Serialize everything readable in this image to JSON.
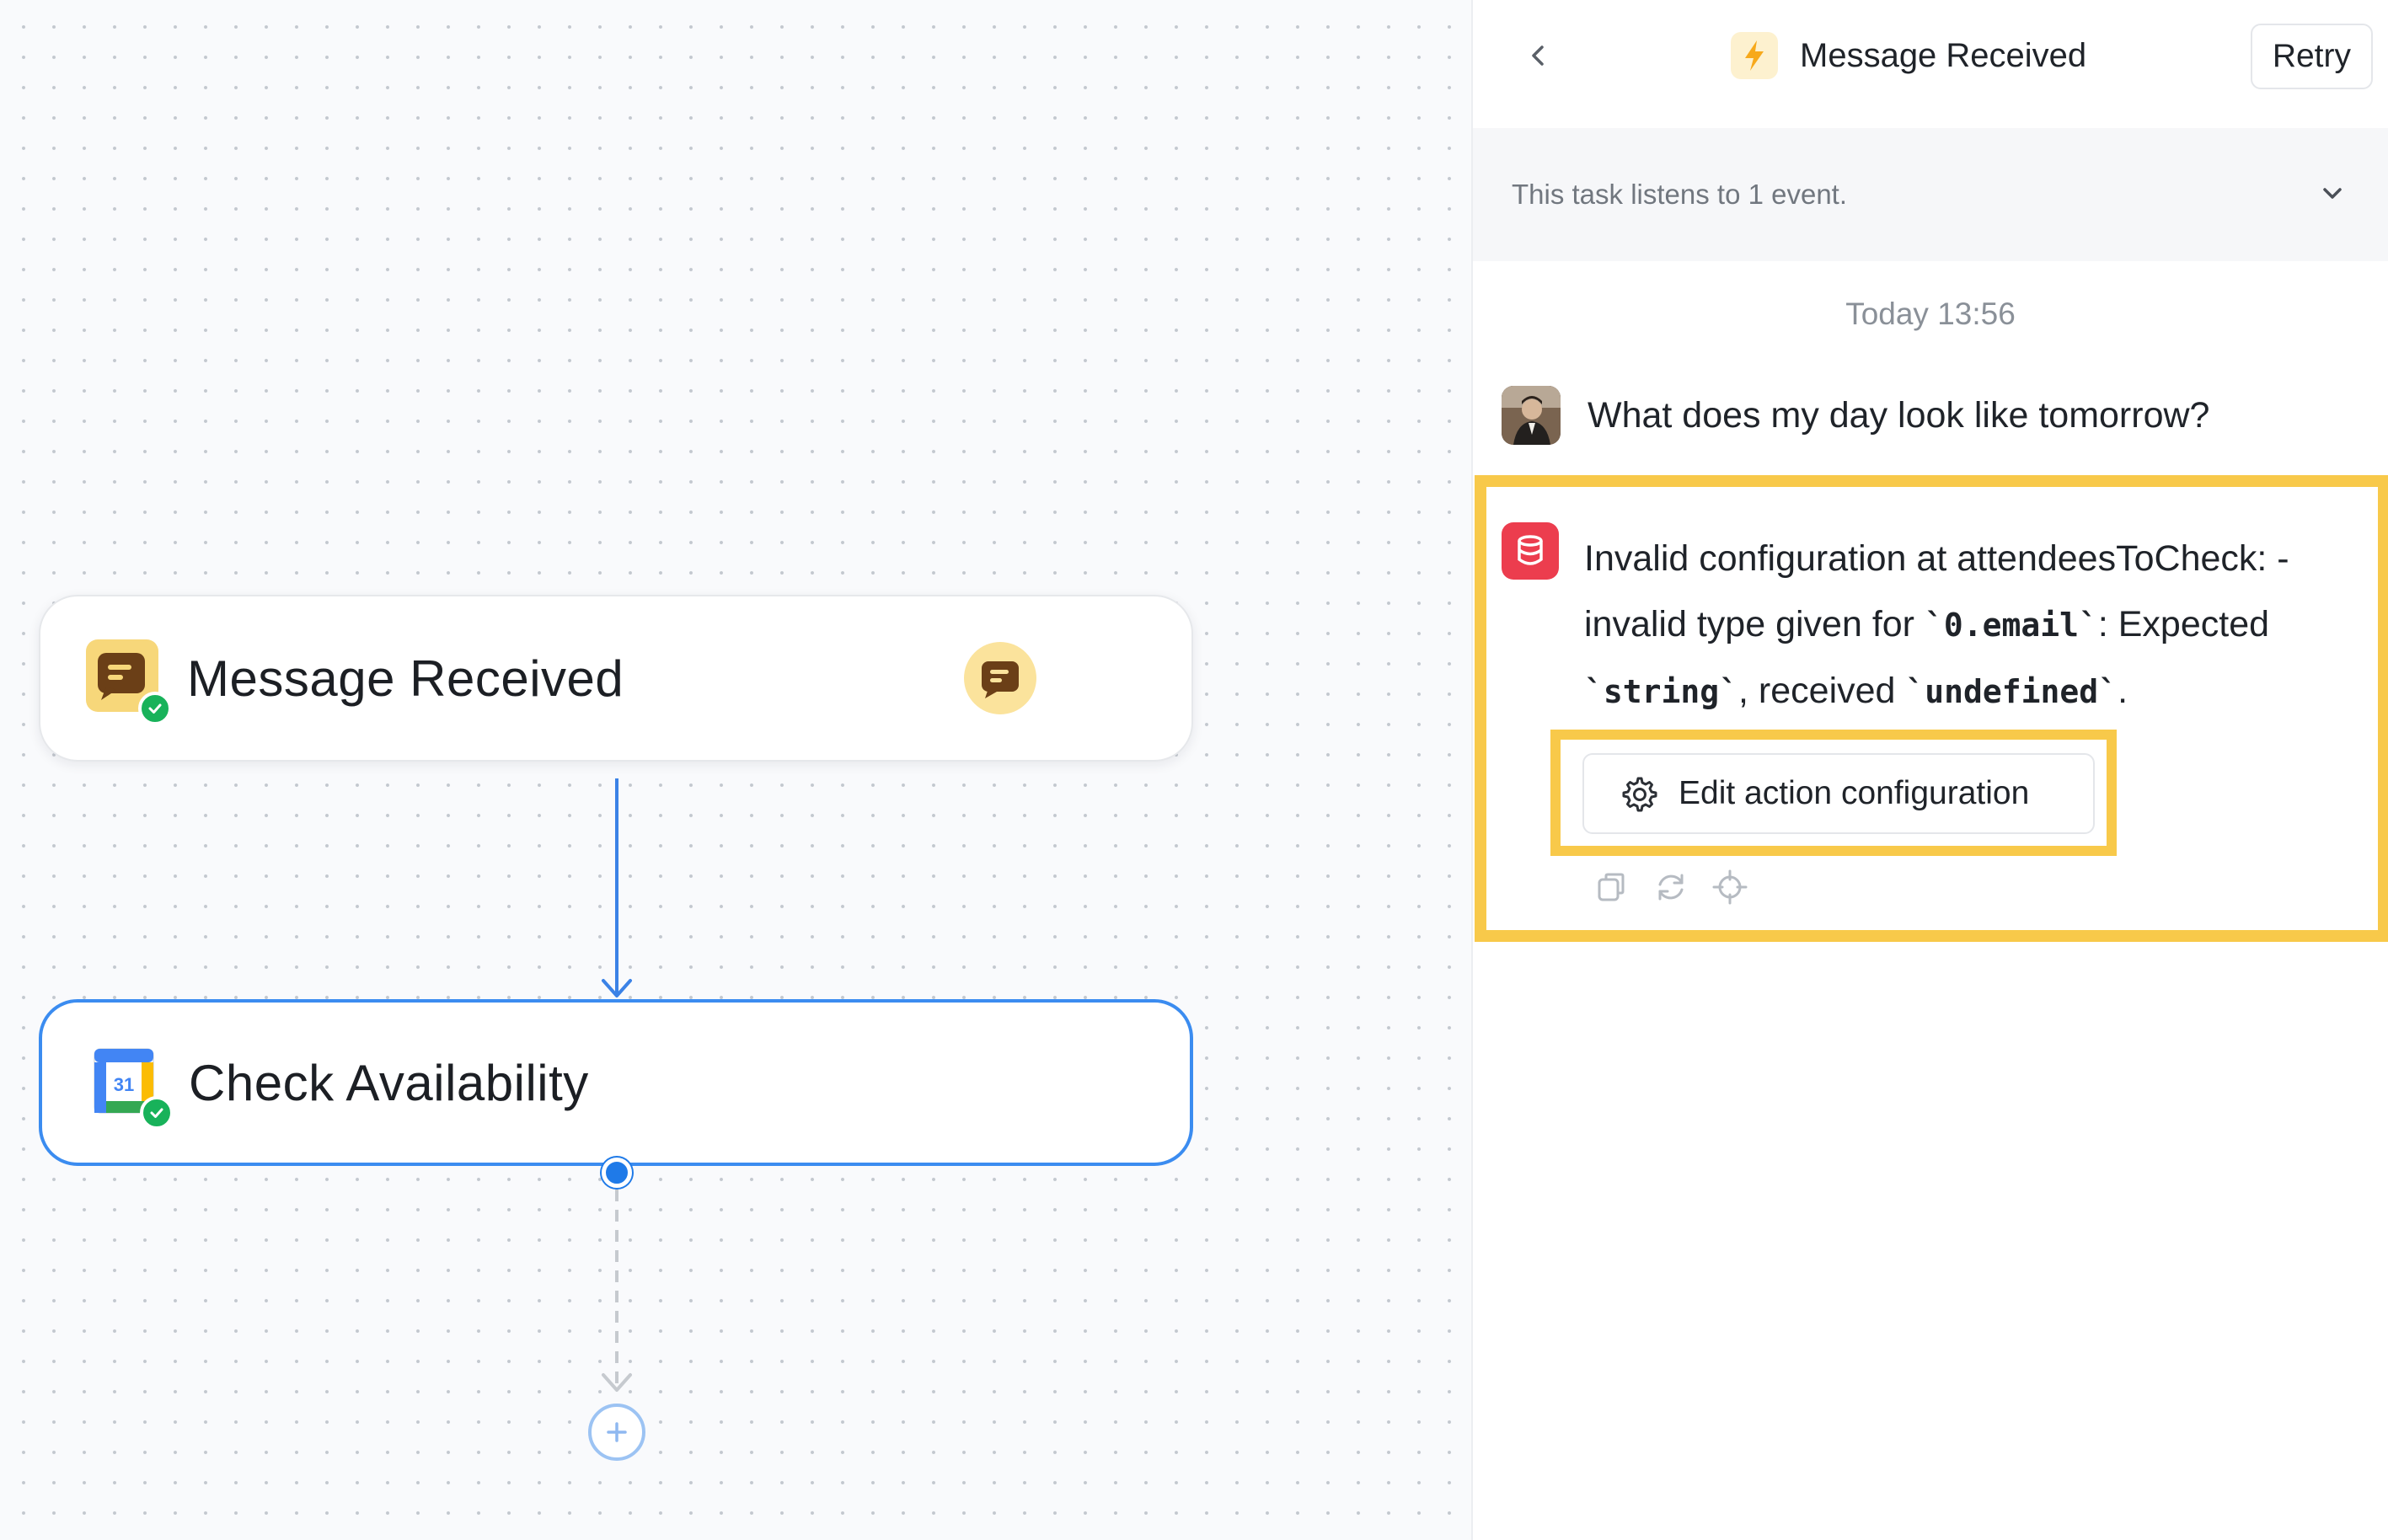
{
  "canvas": {
    "nodes": [
      {
        "title": "Message Received",
        "icon": "message-app-icon",
        "status": "success",
        "badge_icon": "message-app-icon"
      },
      {
        "title": "Check Availability",
        "icon": "google-calendar-icon",
        "calendar_day": "31",
        "status": "success",
        "selected": true
      }
    ],
    "add_step_icon": "plus-icon"
  },
  "panel": {
    "back_icon": "chevron-left-icon",
    "title_icon": "lightning-bolt-icon",
    "title": "Message Received",
    "retry_label": "Retry",
    "event_summary": "This task listens to 1 event.",
    "event_toggle_icon": "chevron-down-icon",
    "timestamp": "Today 13:56",
    "user_message": "What does my day look like tomorrow?",
    "error": {
      "icon": "database-icon",
      "part1": "Invalid configuration at attendeesToCheck: - invalid type given for ",
      "code1": "`0.email`",
      "part2": ": Expected ",
      "code2": "`string`",
      "part3": ", received ",
      "code3": "`undefined`",
      "part4": "."
    },
    "edit_button_label": "Edit action configuration",
    "edit_button_icon": "gear-icon",
    "message_actions": [
      "copy-icon",
      "refresh-icon",
      "crosshair-icon"
    ]
  },
  "colors": {
    "accent_blue": "#3b8cf0",
    "highlight_yellow": "#f8c94a",
    "error_red": "#ec3d4e",
    "success_green": "#18b25a"
  }
}
